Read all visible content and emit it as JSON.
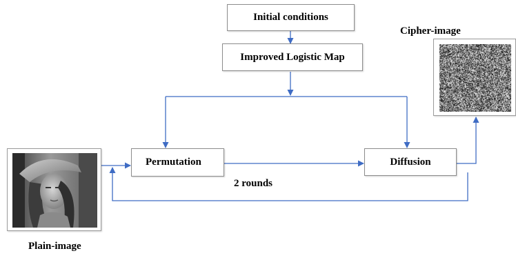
{
  "diagram": {
    "nodes": {
      "initial_conditions": "Initial conditions",
      "improved_logistic_map": "Improved Logistic Map",
      "permutation": "Permutation",
      "diffusion": "Diffusion"
    },
    "labels": {
      "rounds": "2 rounds",
      "cipher_image": "Cipher-image",
      "plain_image": "Plain-image"
    },
    "colors": {
      "arrow": "#3f6cc4",
      "box_border": "#8c8c8c"
    }
  }
}
